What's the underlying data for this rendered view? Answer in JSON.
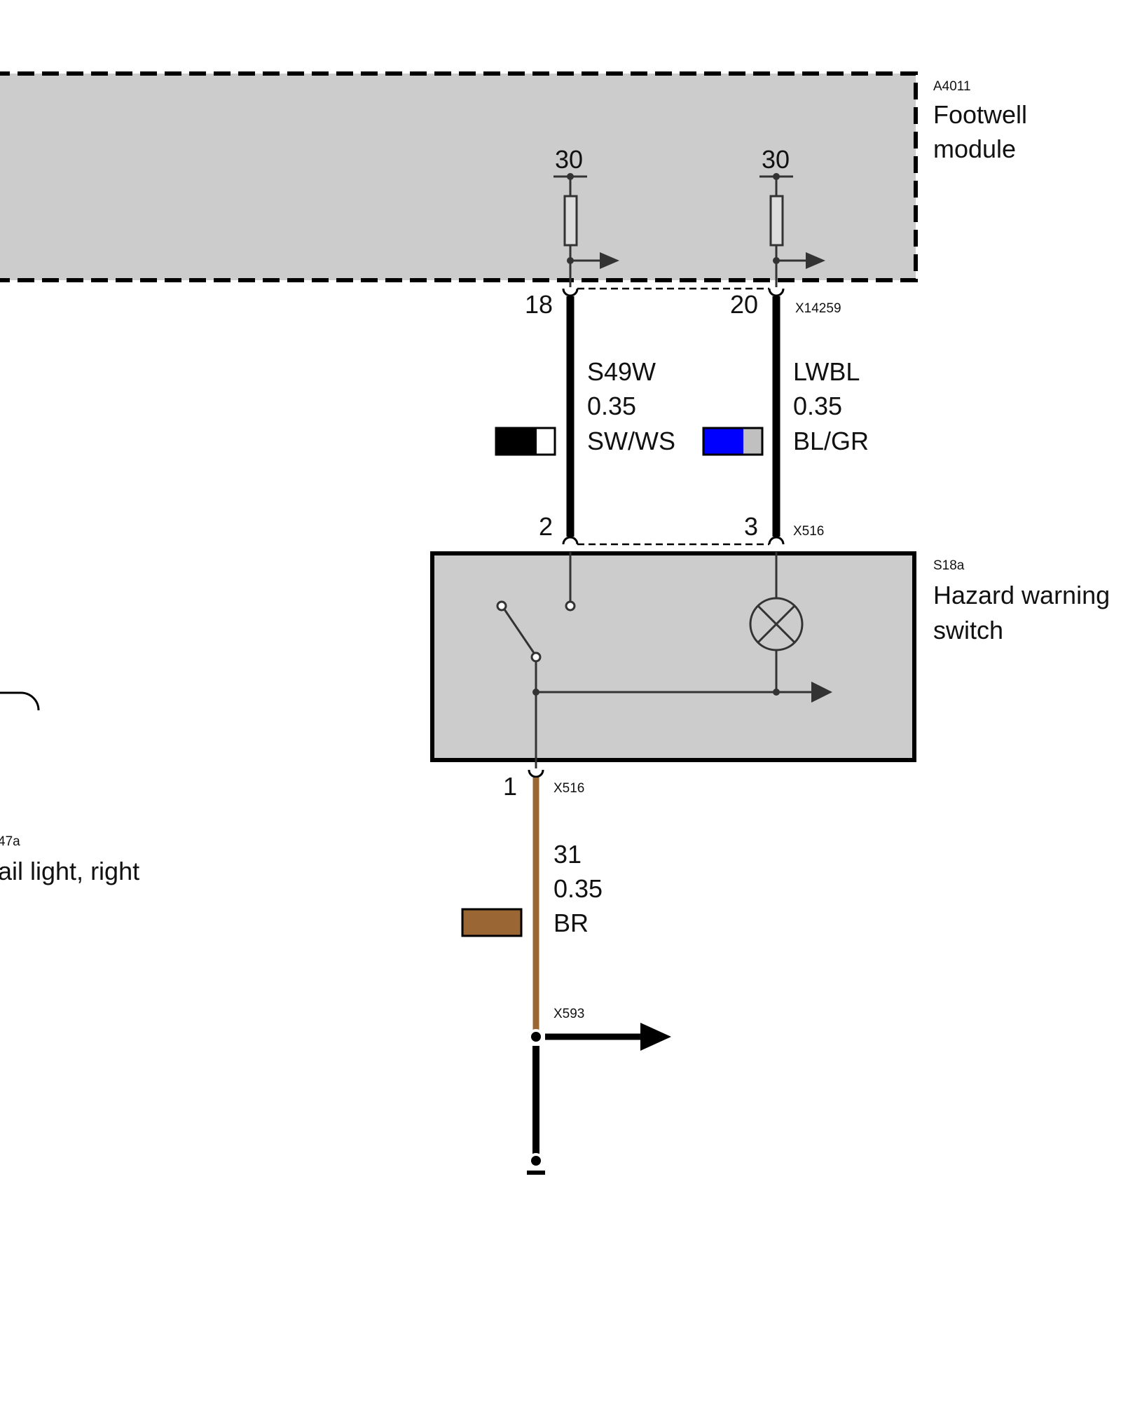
{
  "footwell_module": {
    "code": "A4011",
    "name_line1": "Footwell",
    "name_line2": "module",
    "terminal_left": "30",
    "terminal_right": "30"
  },
  "connector_top": {
    "code": "X14259",
    "pin_left": "18",
    "pin_right": "20"
  },
  "wire_left": {
    "id": "S49W",
    "size": "0.35",
    "color_code": "SW/WS",
    "swatch_colors": [
      "#000000",
      "#ffffff"
    ]
  },
  "wire_right": {
    "id": "LWBL",
    "size": "0.35",
    "color_code": "BL/GR",
    "swatch_colors": [
      "#0000ff",
      "#c0c0c0"
    ]
  },
  "connector_switch_top": {
    "code": "X516",
    "pin_left": "2",
    "pin_right": "3"
  },
  "hazard_switch": {
    "code": "S18a",
    "name_line1": "Hazard warning",
    "name_line2": "switch"
  },
  "connector_switch_bottom": {
    "code": "X516",
    "pin": "1"
  },
  "wire_ground": {
    "id": "31",
    "size": "0.35",
    "color_code": "BR",
    "swatch_color": "#9a6634"
  },
  "splice": {
    "code": "X593"
  },
  "tail_light": {
    "code_fragment": "47a",
    "name_fragment": "ail light, right"
  }
}
